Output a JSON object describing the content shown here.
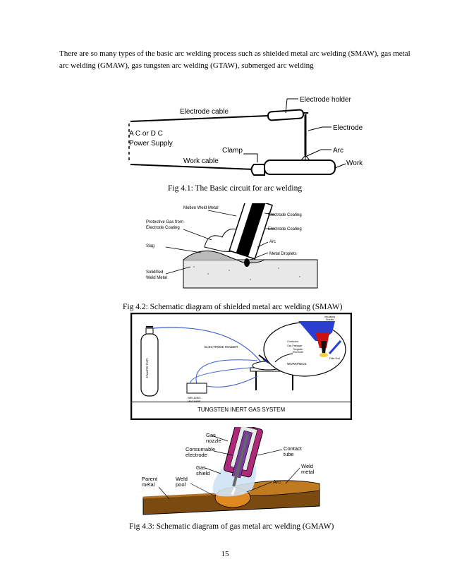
{
  "intro_text": "There are so many types  of the basic arc welding process such as shielded metal arc welding (SMAW), gas metal arc welding (GMAW), gas tungsten arc welding (GTAW), submerged arc welding",
  "fig1": {
    "caption": "Fig 4.1: The Basic circuit for arc welding",
    "labels": {
      "electrode_holder": "Electrode holder",
      "electrode_cable": "Electrode cable",
      "electrode": "Electrode",
      "power_supply_1": "A C or D C",
      "power_supply_2": "Power Supply",
      "clamp": "Clamp",
      "arc": "Arc",
      "work_cable": "Work cable",
      "work": "Work"
    }
  },
  "fig2": {
    "caption": "Fig 4.2: Schematic diagram of shielded metal arc welding (SMAW)",
    "labels": {
      "molten_weld_metal": "Molten Weld Metal",
      "electrode_coating_1": "Electrode Coating",
      "protective_gas_1": "Protective Gas from",
      "protective_gas_2": "Electrode Coating",
      "electrode_coating_2": "Electrode Coating",
      "slag": "Slag",
      "arc": "Arc",
      "metal_droplets": "Metal Droplets",
      "solidified_1": "Solidified",
      "solidified_2": "Weld Metal"
    }
  },
  "fig_gtaw": {
    "labels": {
      "gas_supply": "GAS SUPPLY",
      "electrode_holder": "ELECTRODE HOLDER",
      "workpiece": "WORKPIECE",
      "welding_machine_1": "WELDING",
      "welding_machine_2": "MACHINE",
      "system_title": "TUNGSTEN INERT GAS SYSTEM",
      "insulating_sheath_1": "Insulating",
      "insulating_sheath_2": "Sheath",
      "conductor": "Conductor",
      "gas_passage": "Gas Passage",
      "tungsten_electrode_1": "Tungsten",
      "tungsten_electrode_2": "Electrode",
      "filler_rod": "Filler Rod"
    }
  },
  "fig3": {
    "caption": "Fig 4.3: Schematic diagram of gas metal arc welding (GMAW)",
    "labels": {
      "gas_nozzle_1": "Gas",
      "gas_nozzle_2": "nozzle",
      "consumable_1": "Consumable",
      "consumable_2": "electrode",
      "contact_tube_1": "Contact",
      "contact_tube_2": "tube",
      "gas_shield_1": "Gas",
      "gas_shield_2": "shield",
      "weld_metal_1": "Weld",
      "weld_metal_2": "metal",
      "parent_metal_1": "Parent",
      "parent_metal_2": "metal",
      "weld_pool_1": "Weld",
      "weld_pool_2": "pool",
      "arc": "Arc"
    }
  },
  "page_number": "15"
}
